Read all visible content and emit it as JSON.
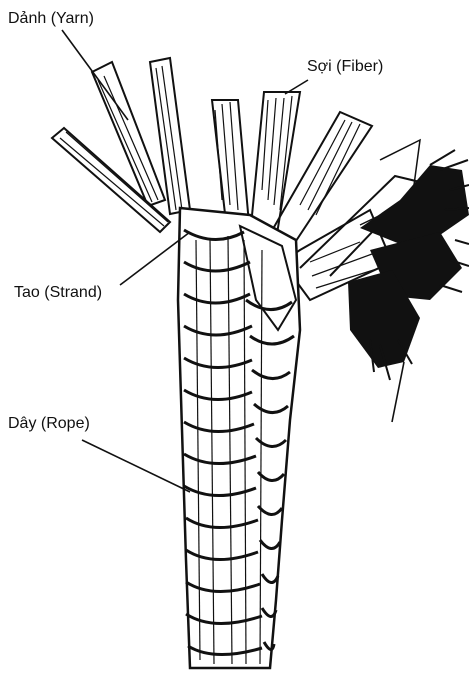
{
  "figure": {
    "labels": {
      "yarn": "Dảnh (Yarn)",
      "fiber": "Sợi (Fiber)",
      "strand": "Tao (Strand)",
      "rope": "Dây (Rope)"
    },
    "colors": {
      "ink": "#111111",
      "background": "#ffffff"
    }
  }
}
